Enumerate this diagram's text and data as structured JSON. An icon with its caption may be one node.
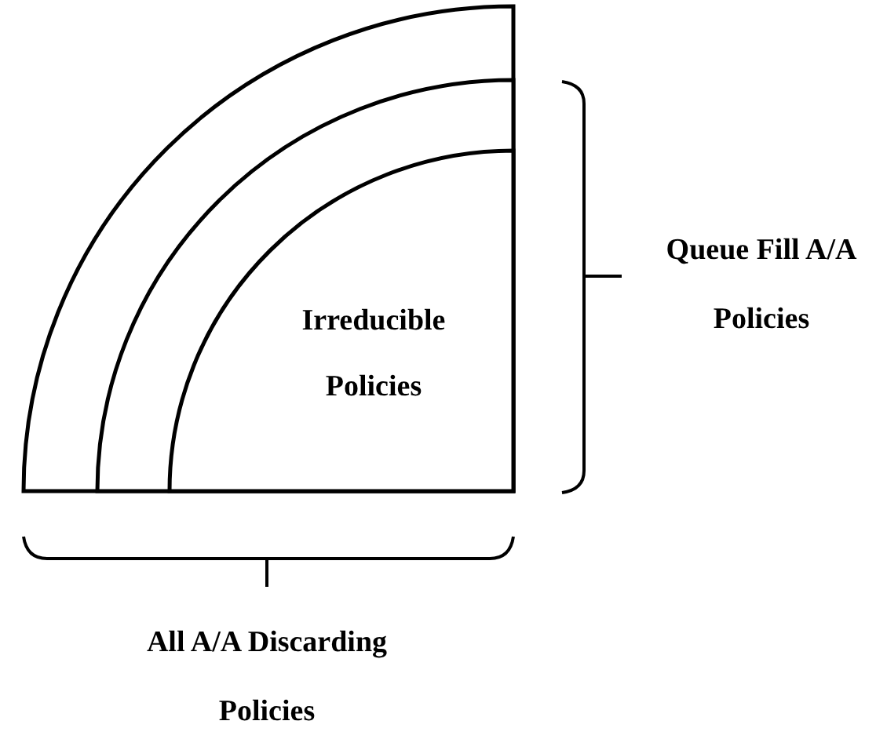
{
  "diagram": {
    "nodes": [
      {
        "text": [],
        "shape": "quarter-circle"
      },
      {
        "text": [],
        "shape": "quarter-circle",
        "in": 0
      },
      {
        "text": [
          "Irreducible Policies"
        ],
        "in": 1
      }
    ],
    "labels": [
      "Queue Fill A/A Policies",
      "All A/A Discarding Policies"
    ]
  }
}
